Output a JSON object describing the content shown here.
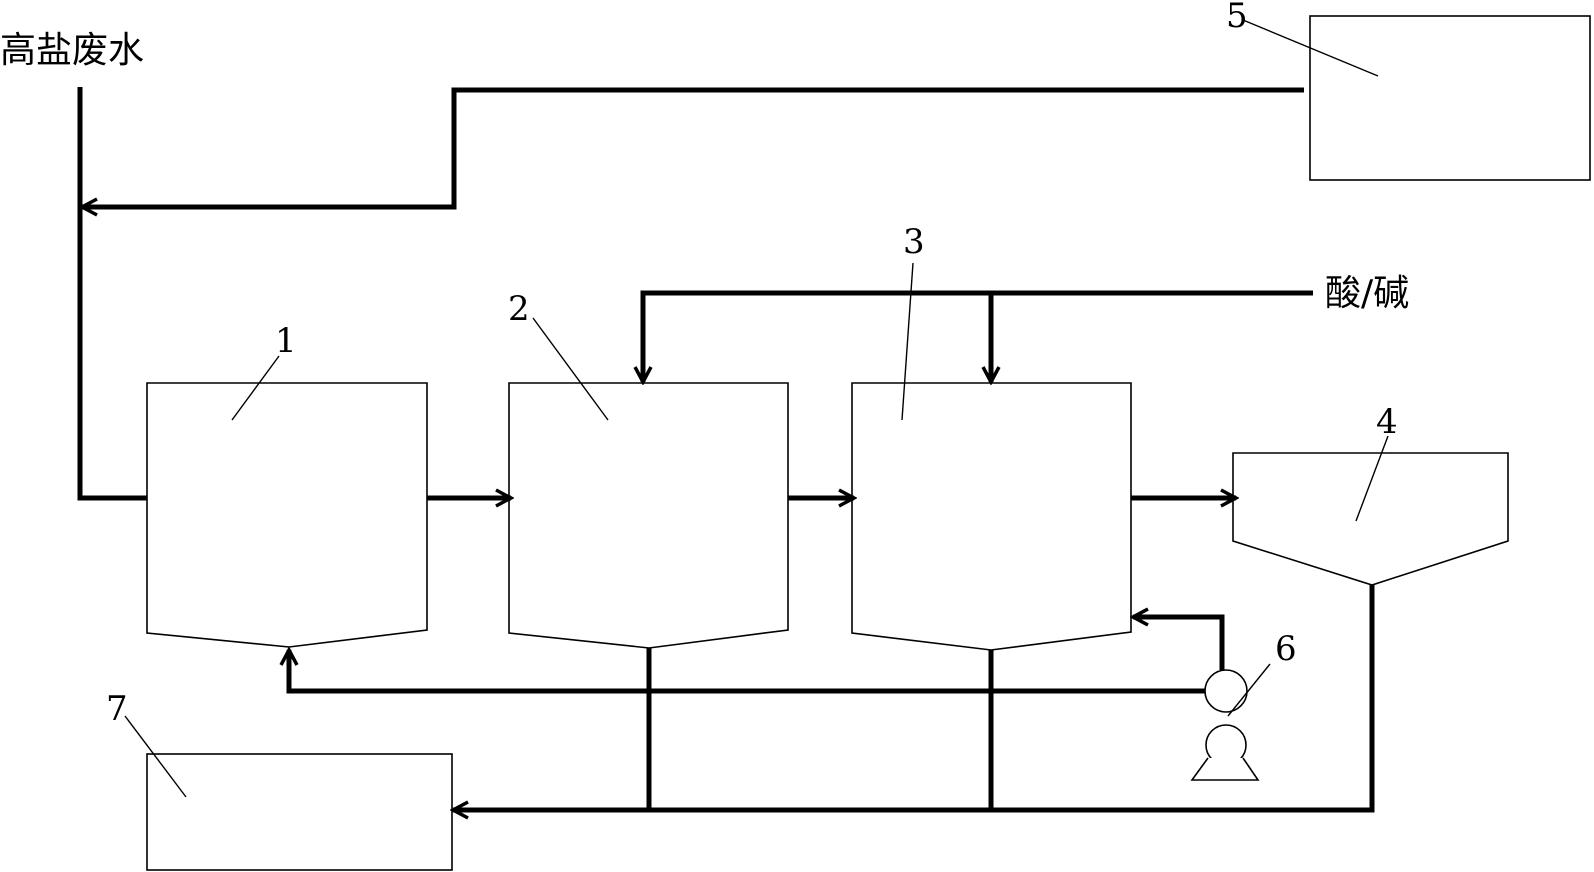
{
  "diagram": {
    "labels": {
      "inlet": "高盐废水",
      "acid_base": "酸/碱"
    },
    "units": {
      "u1": "1",
      "u2": "2",
      "u3": "3",
      "u4": "4",
      "u5": "5",
      "u6": "6",
      "u7": "7"
    }
  }
}
